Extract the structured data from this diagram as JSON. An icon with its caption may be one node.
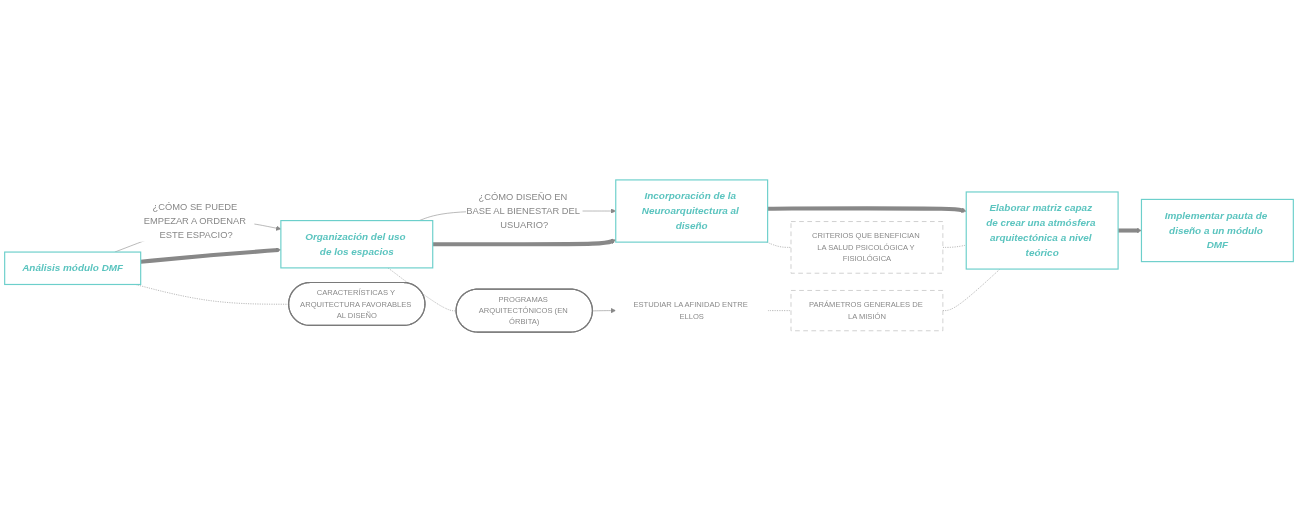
{
  "diagram": {
    "nodes": [
      {
        "text": [
          "Análisis módulo DMF"
        ]
      },
      {
        "text": [
          "Organización del uso de los espacios"
        ]
      },
      {
        "text": [
          "Incorporación de la Neuroarquitectura al diseño"
        ]
      },
      {
        "text": [
          "Elaborar matriz capaz de crear una atmósfera arquitectónica a nivel teórico"
        ]
      },
      {
        "text": [
          "Implementar pauta de diseño a un módulo DMF"
        ]
      },
      {
        "text": [
          "CARACTERÍSTICAS Y ARQUITECTURA FAVORABLES AL DISEÑO"
        ]
      },
      {
        "text": [
          "PROGRAMAS ARQUITECTÓNICOS (EN ÓRBITA)"
        ]
      },
      {
        "text": [
          "ESTUDIAR LA AFINIDAD ENTRE ELLOS"
        ]
      },
      {
        "text": [
          "PARÁMETROS GENERALES DE LA MISIÓN"
        ]
      },
      {
        "text": [
          "CRITERIOS QUE BENEFICIAN LA SALUD PSICOLÓGICA Y FISIOLÓGICA"
        ]
      }
    ],
    "edges": [
      {
        "from": 0,
        "to": 1,
        "arrow": "to",
        "label": "¿CÓMO SE PUEDE EMPEZAR A ORDENAR ESTE ESPACIO?"
      },
      {
        "from": 0,
        "to": 1,
        "arrow": "to",
        "style": "thick"
      },
      {
        "from": 1,
        "to": 2,
        "arrow": "to",
        "label": "¿CÓMO DISEÑO EN BASE AL BIENESTAR DEL USUARIO?"
      },
      {
        "from": 1,
        "to": 2,
        "arrow": "to",
        "style": "thick"
      },
      {
        "from": 2,
        "to": 3,
        "arrow": "to",
        "style": "thick"
      },
      {
        "from": 3,
        "to": 4,
        "arrow": "to",
        "style": "thick"
      },
      {
        "from": 0,
        "to": 5,
        "arrow": "none",
        "style": "dashed"
      },
      {
        "from": 1,
        "to": 6,
        "arrow": "none",
        "style": "dashed"
      },
      {
        "from": 6,
        "to": 7,
        "arrow": "to"
      },
      {
        "from": 7,
        "to": 8,
        "arrow": "none",
        "style": "dashed"
      },
      {
        "from": 2,
        "to": 9,
        "arrow": "none",
        "style": "dashed"
      },
      {
        "from": 8,
        "to": 3,
        "arrow": "none",
        "style": "dashed"
      },
      {
        "from": 9,
        "to": 3,
        "arrow": "none",
        "style": "dashed"
      }
    ]
  }
}
